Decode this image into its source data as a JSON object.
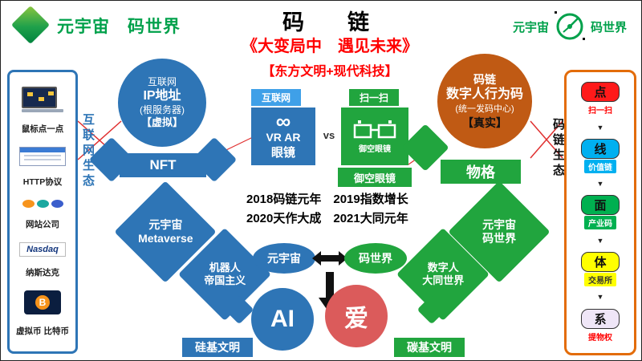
{
  "palette": {
    "blue": "#2E75B6",
    "light_blue": "#3FA0E8",
    "green": "#21A53E",
    "orange_circle": "#C05A14",
    "orange_border": "#E36C0A",
    "red": "#FF0000",
    "love_red": "#DB5B5B",
    "logo_green": "#00A14B"
  },
  "header": {
    "logo_text": "元宇宙　码世界",
    "title": "码　　链",
    "subtitle": "《大变局中　遇见未来》",
    "tagline": "【东方文明+现代科技】",
    "right_logo": {
      "left": "元宇宙",
      "right": "码世界"
    }
  },
  "left_panel": {
    "vertical_label": "互联网生态",
    "items": [
      {
        "icon": "computer-icon",
        "label": "鼠标点一点"
      },
      {
        "icon": "browser-icon",
        "label": "HTTP协议"
      },
      {
        "icon": "web-logos-icon",
        "label": "网站公司"
      },
      {
        "icon": "nasdaq-logo",
        "label": "纳斯达克",
        "logo_text": "Nasdaq"
      },
      {
        "icon": "bitcoin-icon",
        "label": "虚拟币 比特币",
        "coin_letter": "B"
      }
    ]
  },
  "internet_cluster": {
    "circle": [
      "互联网",
      "IP地址",
      "(根服务器)",
      "【虚拟】"
    ],
    "nft": "NFT"
  },
  "vs_cluster": {
    "left_tag": "互联网",
    "infinity": "∞",
    "vr_line1": "VR AR",
    "vr_line2": "眼镜",
    "vs": "vs",
    "right_tag": "扫一扫",
    "glasses_caption": "御空眼镜",
    "glasses_bar": "御空眼镜",
    "wuge": "物格"
  },
  "codechain_cluster": {
    "circle": [
      "码链",
      "数字人行为码",
      "(统一发码中心)"
    ],
    "real_tag": "【真实】"
  },
  "timeline": {
    "line1": "2018码链元年　2019指数增长",
    "line2": "2020天作大成　2021大同元年"
  },
  "bottom_left": {
    "metaverse_diamond": [
      "元宇宙",
      "Metaverse"
    ],
    "robot_diamond": [
      "机器人",
      "帝国主义"
    ],
    "ai": "AI",
    "caption": "硅基文明"
  },
  "bottom_center": {
    "left_ellipse": "元宇宙",
    "right_ellipse": "码世界",
    "love": "爱",
    "caption": "碳基文明"
  },
  "bottom_right": {
    "code_world_diamond": [
      "元宇宙",
      "码世界"
    ],
    "datong_diamond": [
      "数字人",
      "大同世界"
    ]
  },
  "right_panel": {
    "vertical_label": "码链生态",
    "flow_arrow": "▼",
    "items": [
      {
        "char": "点",
        "label": "扫一扫",
        "pill_color": "#FF1A1A",
        "label_bg": "transparent",
        "label_color": "#FF0000"
      },
      {
        "char": "线",
        "label": "价值链",
        "pill_color": "#00B0F0",
        "label_bg": "#00B0F0",
        "label_color": "#FFFFFF"
      },
      {
        "char": "面",
        "label": "产业码",
        "pill_color": "#00B050",
        "label_bg": "#00B050",
        "label_color": "#FFFFFF"
      },
      {
        "char": "体",
        "label": "交易所",
        "pill_color": "#FFFF00",
        "label_bg": "#FFFF00",
        "label_color": "#333333"
      },
      {
        "char": "系",
        "label": "提物权",
        "pill_color": "#EFE6F7",
        "label_bg": "transparent",
        "label_color": "#FF0000"
      }
    ]
  }
}
